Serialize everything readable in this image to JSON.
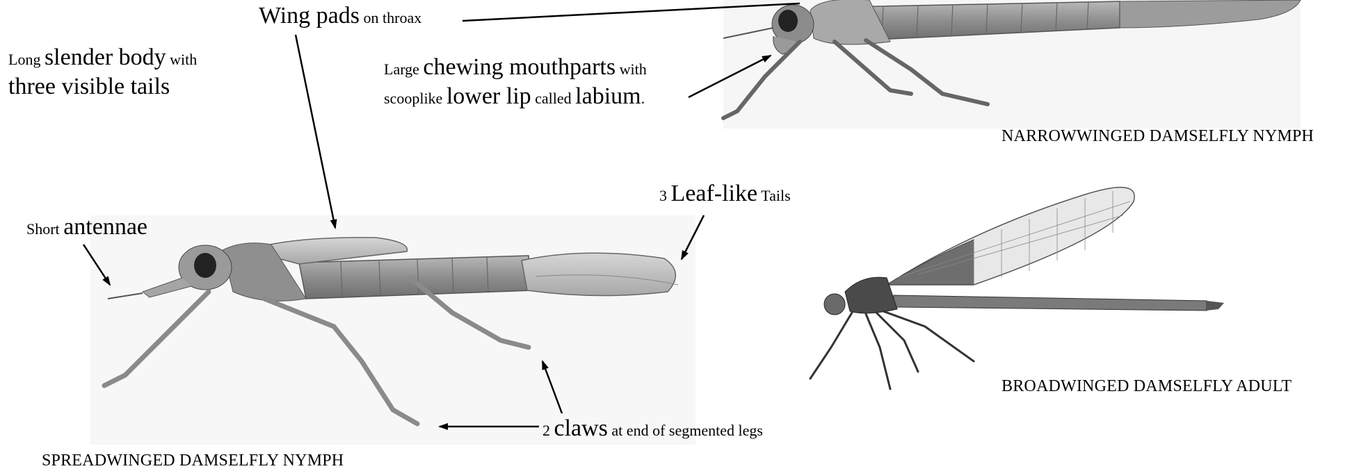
{
  "labels": {
    "wing_pads": {
      "big": "Wing pads",
      "small": " on throax"
    },
    "body": {
      "p1_small": "Long ",
      "p1_big": "slender body",
      "p1_small2": " with",
      "p2_big": "three visible tails"
    },
    "mouthparts": {
      "p1_small": "Large ",
      "p1_big": "chewing mouthparts",
      "p1_small2": " with",
      "p2_small": "scooplike ",
      "p2_big": "lower lip",
      "p2_small2": " called ",
      "p2_big2": "labium",
      "p2_small3": "."
    },
    "antennae": {
      "small": "Short ",
      "big": "antennae"
    },
    "tails": {
      "small": "3 ",
      "big": "Leaf-like",
      "small2": " Tails"
    },
    "claws": {
      "small": "2 ",
      "big": "claws",
      "small2": " at end of segmented legs"
    }
  },
  "captions": {
    "narrow": "NARROWWINGED DAMSELFLY NYMPH",
    "broad": "BROADWINGED DAMSELFLY ADULT",
    "spread": "SPREADWINGED DAMSELFLY NYMPH"
  },
  "colors": {
    "ink": "#000000",
    "body_gray": "#9a9a9a",
    "wing_gray": "#c8c8c8",
    "dark": "#3a3a3a"
  }
}
